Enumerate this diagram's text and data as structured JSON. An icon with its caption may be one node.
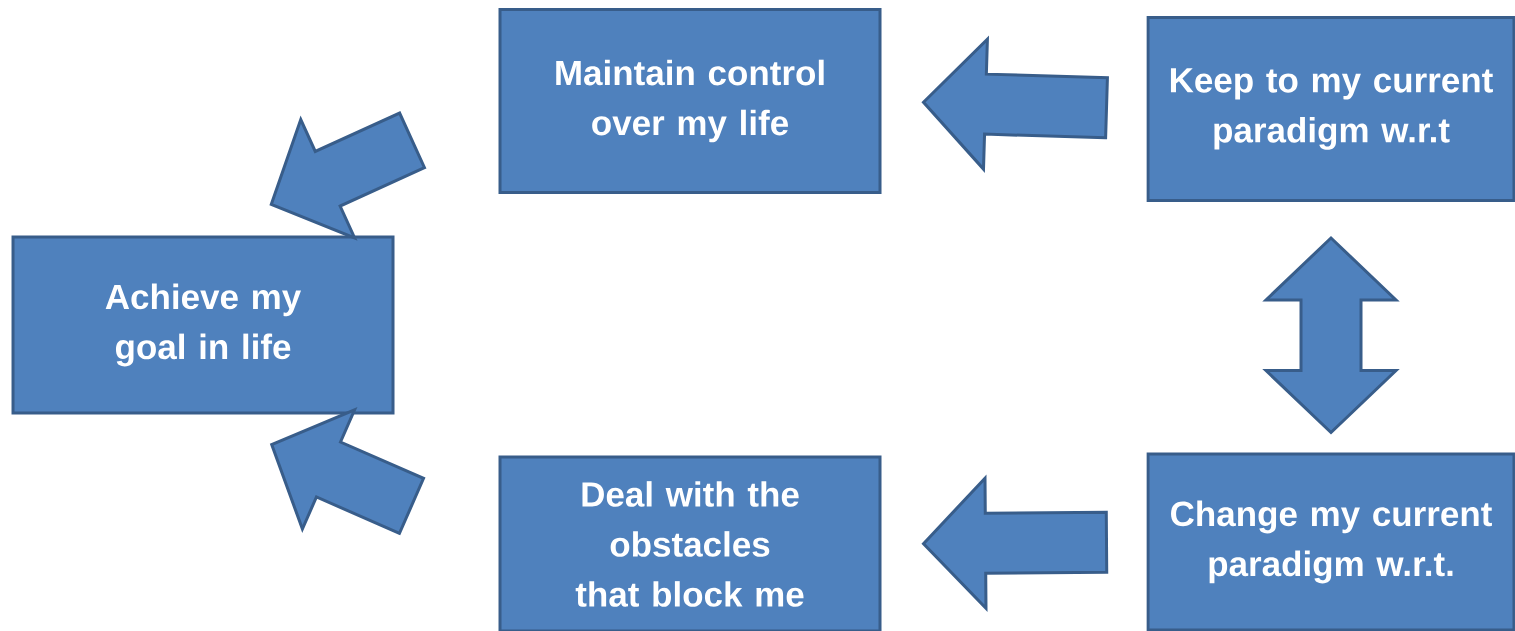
{
  "diagram": {
    "nodes": [
      {
        "text": [
          "Maintain control over my life"
        ]
      },
      {
        "text": [
          "Keep to my current paradigm w.r.t"
        ]
      },
      {
        "text": [
          "Achieve my goal in life"
        ]
      },
      {
        "text": [
          "Deal with the obstacles that block me"
        ]
      },
      {
        "text": [
          "Change my current paradigm w.r.t."
        ]
      }
    ],
    "edges": [
      {
        "from": 1,
        "to": 0,
        "arrow": "to"
      },
      {
        "from": 0,
        "to": 2,
        "arrow": "to"
      },
      {
        "from": 1,
        "to": 4,
        "arrow": "both"
      },
      {
        "from": 4,
        "to": 3,
        "arrow": "to"
      },
      {
        "from": 3,
        "to": 2,
        "arrow": "to"
      }
    ]
  }
}
